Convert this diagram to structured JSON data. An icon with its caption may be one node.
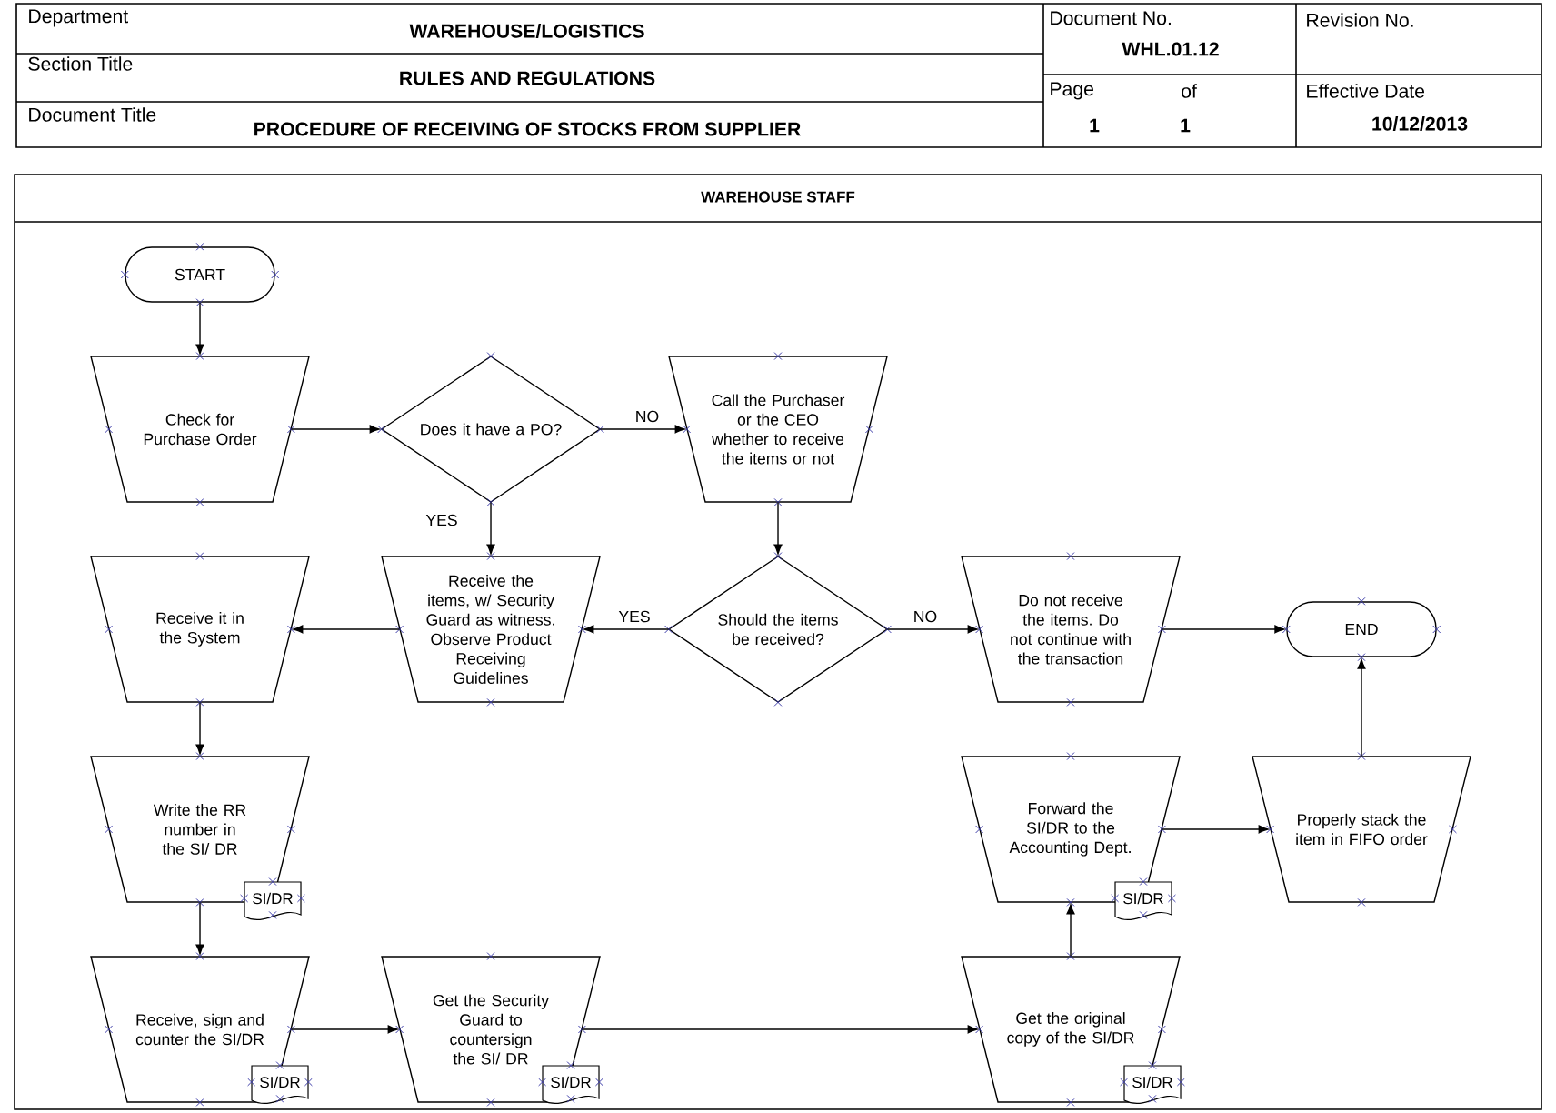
{
  "diagram": {
    "nodes": [
      {
        "text": [
          "WAREHOUSE STAFF"
        ]
      },
      {
        "text": [
          "START"
        ],
        "in": 0
      },
      {
        "text": [
          "Check for Purchase Order"
        ],
        "in": 0
      },
      {
        "text": [
          "Does it have a PO?"
        ],
        "in": 0
      },
      {
        "text": [
          "Call the Purchaser or the CEO whether to receive the items or not"
        ],
        "in": 0
      },
      {
        "text": [
          "Receive it in the System"
        ],
        "in": 0
      },
      {
        "text": [
          "Receive the items, w/ Security Guard as witness. Observe Product Receiving Guidelines"
        ],
        "in": 0
      },
      {
        "text": [
          "Should the items be received?"
        ],
        "in": 0
      },
      {
        "text": [
          "Do not receive the items. Do not continue with the transaction"
        ],
        "in": 0
      },
      {
        "text": [
          "END"
        ],
        "in": 0
      },
      {
        "text": [
          "Write the RR number in the SI/ DR"
        ],
        "in": 0
      },
      {
        "text": [
          "SI/DR"
        ],
        "in": 0
      },
      {
        "text": [
          "Forward the SI/DR to the Accounting Dept."
        ],
        "in": 0
      },
      {
        "text": [
          "SI/DR"
        ],
        "in": 0
      },
      {
        "text": [
          "Properly stack the item in FIFO order"
        ],
        "in": 0
      },
      {
        "text": [
          "Receive, sign and counter the SI/DR"
        ],
        "in": 0
      },
      {
        "text": [
          "SI/DR"
        ],
        "in": 0
      },
      {
        "text": [
          "Get the Security Guard to countersign the SI/ DR"
        ],
        "in": 0
      },
      {
        "text": [
          "SI/DR"
        ],
        "in": 0
      },
      {
        "text": [
          "Get the original copy of the SI/DR"
        ],
        "in": 0
      },
      {
        "text": [
          "SI/DR"
        ],
        "in": 0
      }
    ],
    "edges": [
      {
        "from": 1,
        "to": 2,
        "arrow": "to"
      },
      {
        "from": 2,
        "to": 3,
        "arrow": "to"
      },
      {
        "from": 3,
        "to": 4,
        "arrow": "to",
        "label": "NO"
      },
      {
        "from": 3,
        "to": 6,
        "arrow": "to",
        "label": "YES"
      },
      {
        "from": 4,
        "to": 7,
        "arrow": "to"
      },
      {
        "from": 7,
        "to": 6,
        "arrow": "to",
        "label": "YES"
      },
      {
        "from": 7,
        "to": 8,
        "arrow": "to",
        "label": "NO"
      },
      {
        "from": 6,
        "to": 5,
        "arrow": "to"
      },
      {
        "from": 8,
        "to": 9,
        "arrow": "to"
      },
      {
        "from": 5,
        "to": 10,
        "arrow": "to"
      },
      {
        "from": 10,
        "to": 15,
        "arrow": "to"
      },
      {
        "from": 15,
        "to": 17,
        "arrow": "to"
      },
      {
        "from": 17,
        "to": 19,
        "arrow": "to"
      },
      {
        "from": 19,
        "to": 12,
        "arrow": "to"
      },
      {
        "from": 12,
        "to": 14,
        "arrow": "to"
      },
      {
        "from": 14,
        "to": 9,
        "arrow": "to"
      }
    ],
    "labels": [
      "Department",
      "WAREHOUSE/LOGISTICS",
      "Document No.",
      "WHL.01.12",
      "Revision No.",
      "Section Title",
      "RULES AND REGULATIONS",
      "Page",
      "of",
      "Effective Date",
      "Document Title",
      "PROCEDURE OF RECEIVING OF STOCKS FROM SUPPLIER",
      "1",
      "1",
      "10/12/2013"
    ]
  }
}
